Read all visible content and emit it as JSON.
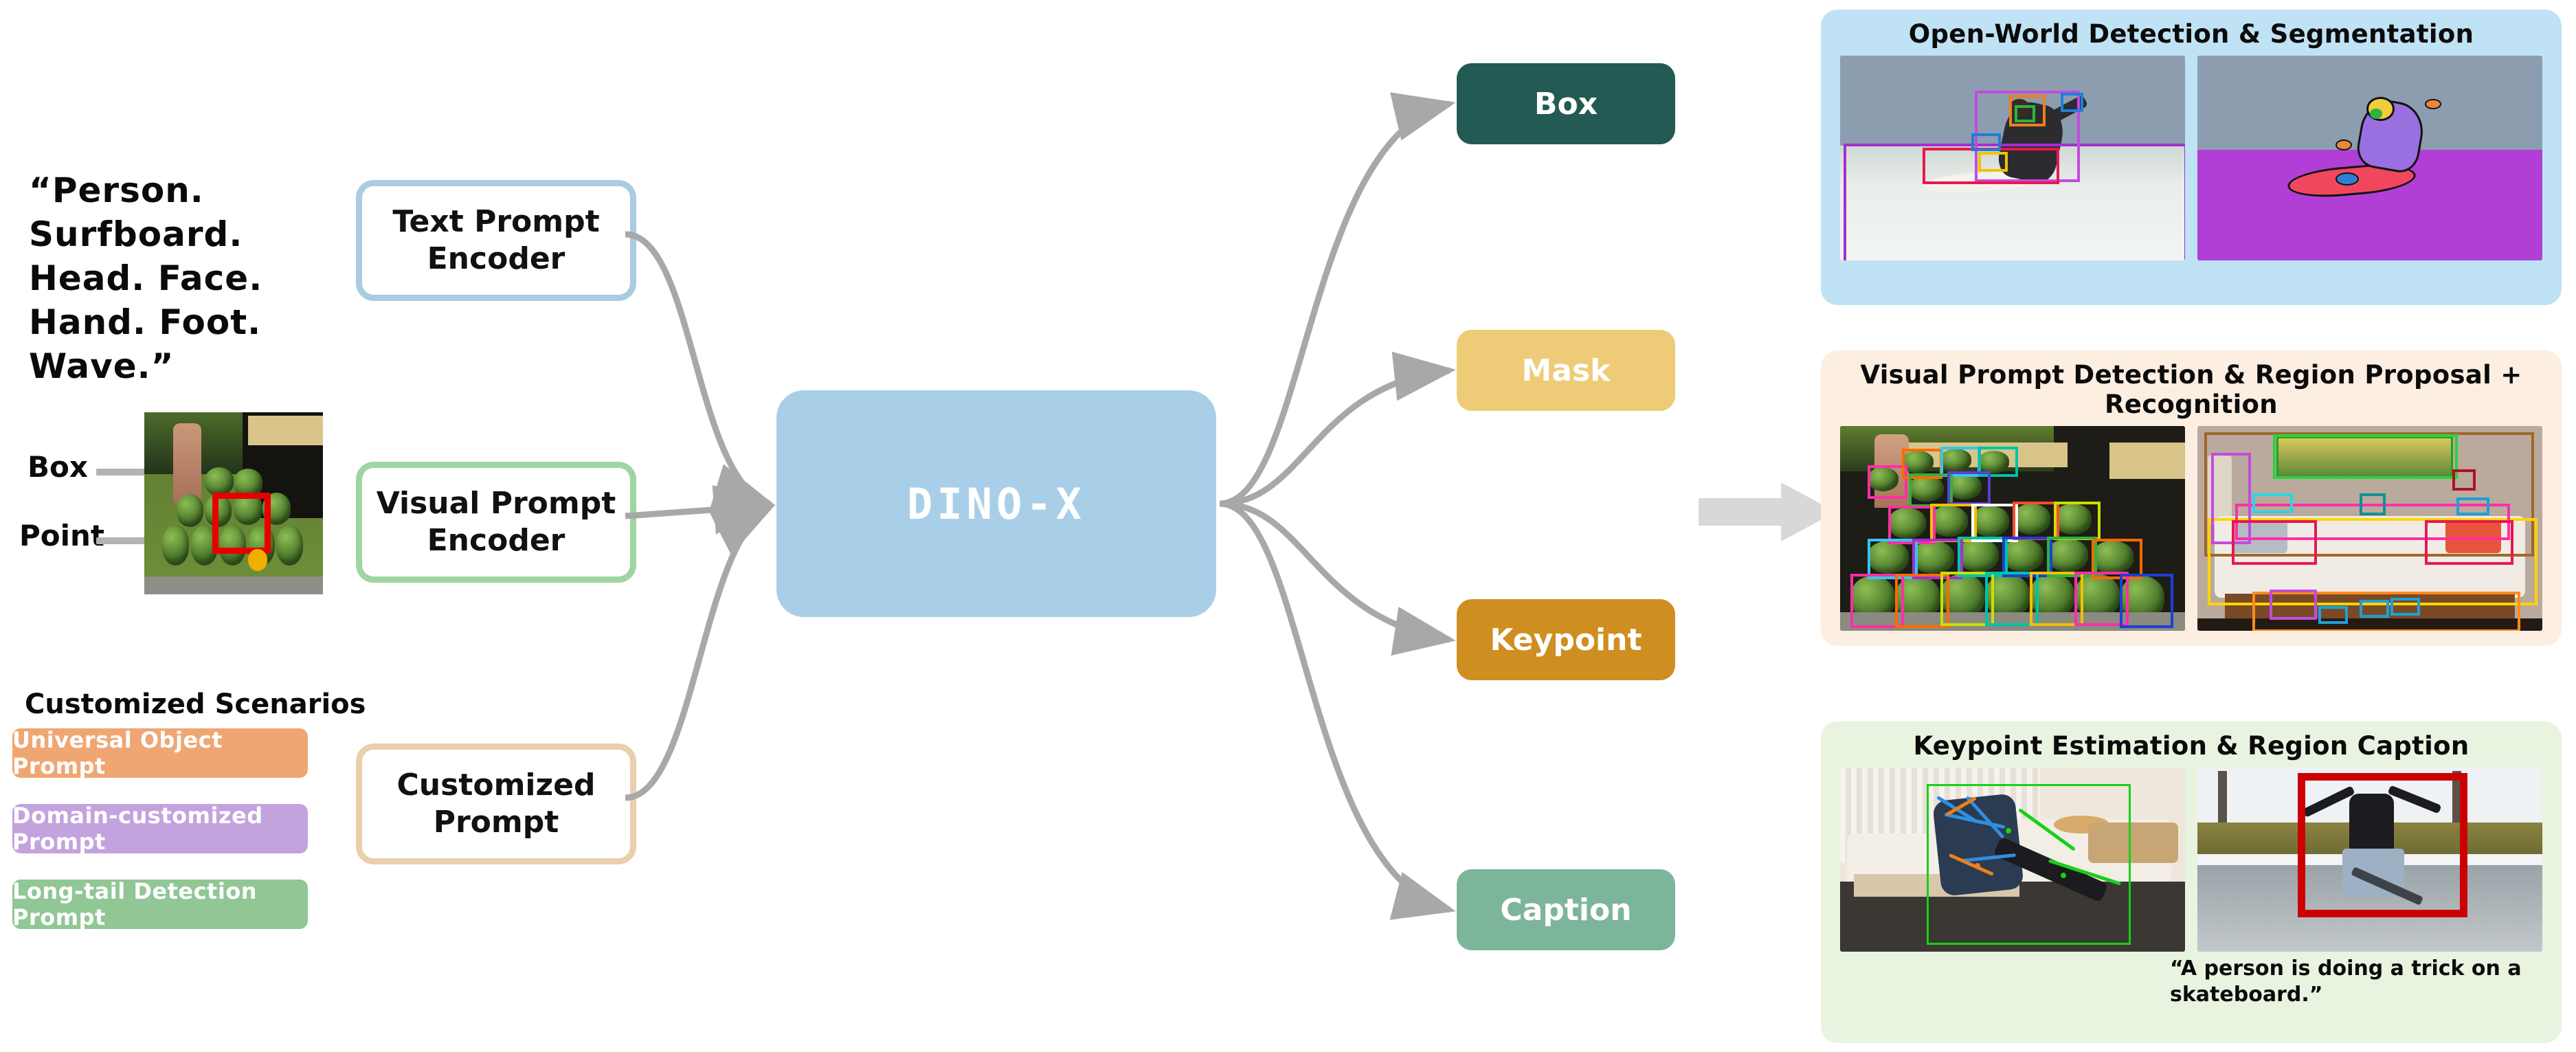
{
  "prompt": {
    "text_prompt": "“Person. Surfboard. Head. Face. Hand. Foot. Wave.”"
  },
  "visual_prompt": {
    "box_label": "Box",
    "point_label": "Point",
    "image_alt": "watermelon-stand-photo"
  },
  "encoders": [
    {
      "id": "text",
      "label": "Text Prompt Encoder",
      "border_color": "#a9cce3"
    },
    {
      "id": "visual",
      "label": "Visual Prompt Encoder",
      "border_color": "#9ed5a0"
    },
    {
      "id": "custom",
      "label": "Customized Prompt",
      "border_color": "#e8cfae"
    }
  ],
  "customized_scenarios": {
    "title": "Customized Scenarios",
    "pills": [
      {
        "label": "Universal Object Prompt",
        "color": "#f0a673"
      },
      {
        "label": "Domain-customized Prompt",
        "color": "#c3a3de"
      },
      {
        "label": "Long-tail Detection Prompt",
        "color": "#90c795"
      }
    ]
  },
  "model": {
    "name": "DINO-X",
    "color": "#a9cfe8"
  },
  "outputs": [
    {
      "label": "Box",
      "color": "#235a53"
    },
    {
      "label": "Mask",
      "color": "#eecb77"
    },
    {
      "label": "Keypoint",
      "color": "#cf8e20"
    },
    {
      "label": "Caption",
      "color": "#7db59b"
    }
  ],
  "result_panels": [
    {
      "title": "Open-World Detection & Segmentation",
      "background": "#bfe2f5",
      "images": [
        "surfer-detection-boxes",
        "surfer-segmentation-masks"
      ]
    },
    {
      "title": "Visual Prompt Detection & Region Proposal + Recognition",
      "background": "#fdeee2",
      "images": [
        "watermelon-stand-detections",
        "living-room-region-proposals"
      ]
    },
    {
      "title": "Keypoint Estimation & Region Caption",
      "background": "#e8f4e0",
      "images": [
        "vr-person-keypoints",
        "skateboarder-region-box"
      ],
      "caption": "“A person is doing a trick on a skateboard.”"
    }
  ],
  "flow": {
    "arrow_color": "#b3b3b3",
    "big_arrow_color": "#d8d8d8"
  }
}
